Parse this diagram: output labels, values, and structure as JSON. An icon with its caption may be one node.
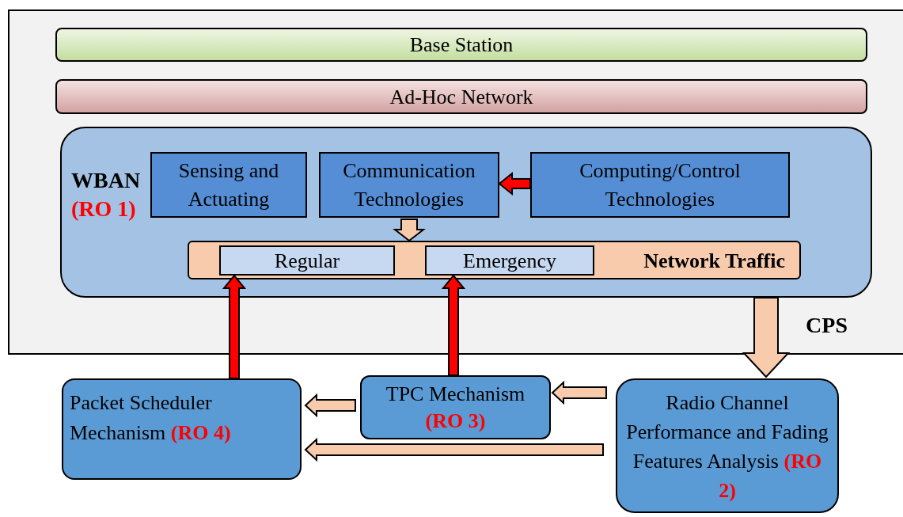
{
  "diagram": {
    "nodes": [
      {
        "text": [
          "CPS"
        ]
      },
      {
        "text": [
          "Base Station"
        ],
        "in": 0
      },
      {
        "text": [
          "Ad-Hoc Network"
        ],
        "in": 0
      },
      {
        "text": [
          "WBAN",
          "(RO 1)"
        ],
        "in": 0
      },
      {
        "text": [
          "Sensing and Actuating"
        ],
        "in": 3
      },
      {
        "text": [
          "Communication Technologies"
        ],
        "in": 3
      },
      {
        "text": [
          "Computing/Control Technologies"
        ],
        "in": 3
      },
      {
        "text": [
          "Network Traffic"
        ],
        "in": 3
      },
      {
        "text": [
          "Regular"
        ],
        "in": 7
      },
      {
        "text": [
          "Emergency"
        ],
        "in": 7
      },
      {
        "text": [
          "Packet Scheduler Mechanism",
          "(RO 4)"
        ]
      },
      {
        "text": [
          "TPC Mechanism",
          "(RO 3)"
        ]
      },
      {
        "text": [
          "Radio Channel Performance and Fading Features Analysis",
          "(RO 2)"
        ]
      }
    ],
    "edges": [
      {
        "from": 6,
        "to": 5,
        "arrow": "to",
        "color": "#ff0000"
      },
      {
        "from": 5,
        "to": 7,
        "arrow": "to"
      },
      {
        "from": 10,
        "to": 8,
        "arrow": "to",
        "color": "#ff0000"
      },
      {
        "from": 11,
        "to": 9,
        "arrow": "to",
        "color": "#ff0000"
      },
      {
        "from": 3,
        "to": 12,
        "arrow": "to"
      },
      {
        "from": 12,
        "to": 11,
        "arrow": "to"
      },
      {
        "from": 11,
        "to": 10,
        "arrow": "to"
      },
      {
        "from": 12,
        "to": 10,
        "arrow": "to"
      }
    ]
  }
}
